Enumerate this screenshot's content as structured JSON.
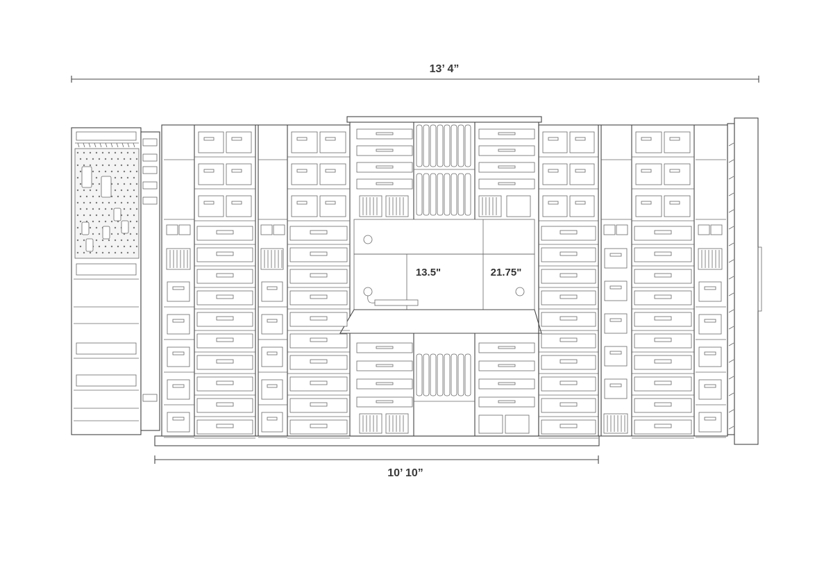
{
  "dimensions": {
    "overall_width": "13’ 4”",
    "base_width": "10’ 10”"
  },
  "interior_labels": {
    "height_a": "13.5\"",
    "height_b": "21.75\""
  },
  "colors": {
    "line": "#444444",
    "background": "#ffffff"
  }
}
